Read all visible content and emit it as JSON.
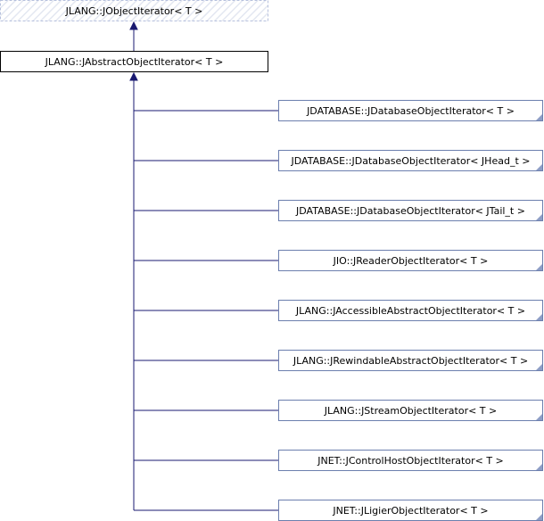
{
  "colors": {
    "edge": "#191970",
    "derived_border": "#6c7fae",
    "external_border": "#b6c0dd",
    "corner_mark": "#8e9ec6"
  },
  "diagram": {
    "external_base": {
      "label": "JLANG::JObjectIterator< T >"
    },
    "base": {
      "label": "JLANG::JAbstractObjectIterator< T >"
    },
    "derived": [
      {
        "label": "JDATABASE::JDatabaseObjectIterator< T >"
      },
      {
        "label": "JDATABASE::JDatabaseObjectIterator< JHead_t >"
      },
      {
        "label": "JDATABASE::JDatabaseObjectIterator< JTail_t >"
      },
      {
        "label": "JIO::JReaderObjectIterator< T >"
      },
      {
        "label": "JLANG::JAccessibleAbstractObjectIterator< T >"
      },
      {
        "label": "JLANG::JRewindableAbstractObjectIterator< T >"
      },
      {
        "label": "JLANG::JStreamObjectIterator< T >"
      },
      {
        "label": "JNET::JControlHostObjectIterator< T >"
      },
      {
        "label": "JNET::JLigierObjectIterator< T >"
      }
    ]
  }
}
